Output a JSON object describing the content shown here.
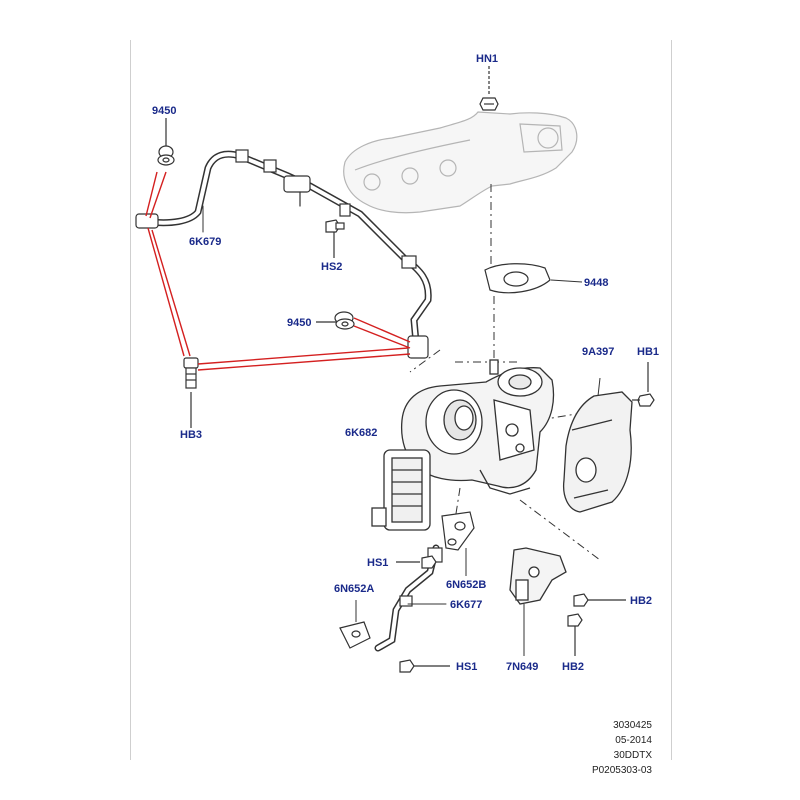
{
  "callouts": {
    "hn1": "HN1",
    "n9450_top": "9450",
    "n6k679": "6K679",
    "hs2": "HS2",
    "n9448": "9448",
    "n9450_mid": "9450",
    "n9a397": "9A397",
    "hb1": "HB1",
    "hb3": "HB3",
    "n6k682": "6K682",
    "hs1_top": "HS1",
    "n6n652b": "6N652B",
    "n6n652a": "6N652A",
    "n6k677": "6K677",
    "hb2_right": "HB2",
    "hs1_bottom": "HS1",
    "n7n649": "7N649",
    "hb2_bottom": "HB2"
  },
  "metadata": {
    "line1": "3030425",
    "line2": "05-2014",
    "line3": "30DDTX",
    "line4": "P0205303-03"
  },
  "colors": {
    "callout_text": "#1a2a8a",
    "red_leader": "#d42020",
    "line_art": "#333333",
    "ghost_part": "#b5b5b5"
  }
}
